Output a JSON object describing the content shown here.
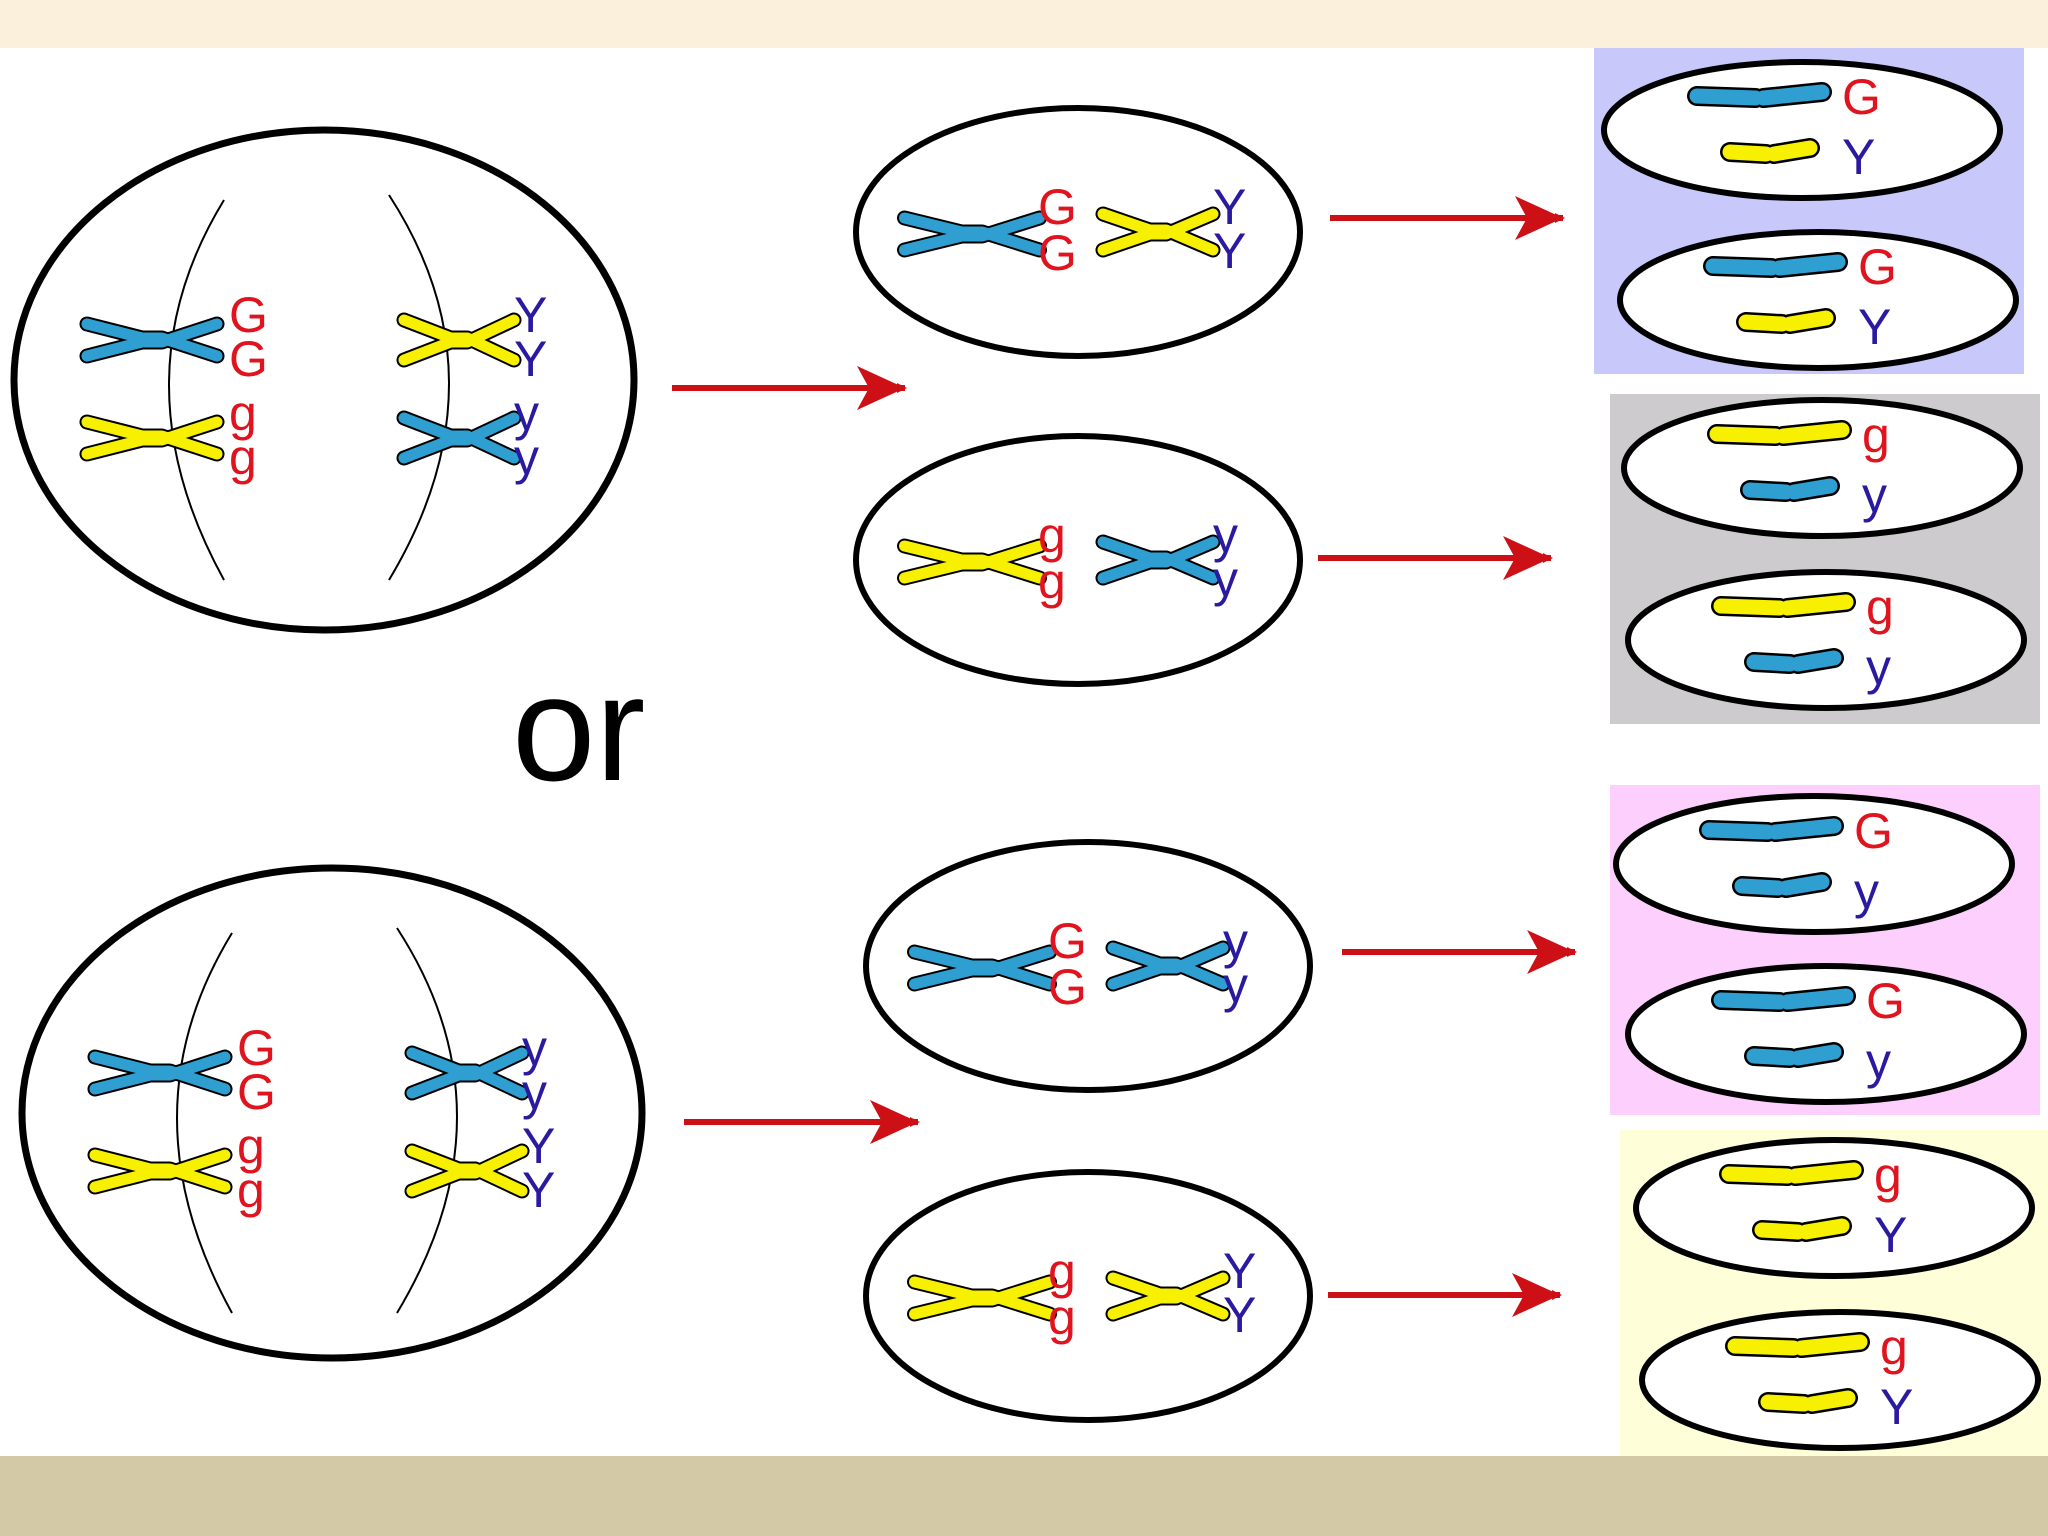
{
  "colors": {
    "red_allele": "#e0141e",
    "blue_allele": "#2a1aa0",
    "yellow_chrom": "#f7f000",
    "blue_chrom": "#2e9fd0",
    "arrow": "#cc1016",
    "outline": "#000000",
    "panel_1": "#c8c8fa",
    "panel_2": "#cdcbcd",
    "panel_3": "#fccffc",
    "panel_4": "#fefed8"
  },
  "separator_word": "or",
  "arrangement_1": {
    "parent_cell": {
      "left": [
        [
          "G",
          "G",
          "blue"
        ],
        [
          "g",
          "g",
          "yellow"
        ]
      ],
      "right": [
        [
          "Y",
          "Y",
          "yellow"
        ],
        [
          "y",
          "y",
          "blue"
        ]
      ]
    },
    "meiosis_1_cells": [
      {
        "pairs": [
          [
            "G",
            "G",
            "blue"
          ],
          [
            "Y",
            "Y",
            "yellow"
          ]
        ]
      },
      {
        "pairs": [
          [
            "g",
            "g",
            "yellow"
          ],
          [
            "y",
            "y",
            "blue"
          ]
        ]
      }
    ],
    "gametes": [
      [
        "G",
        "Y"
      ],
      [
        "G",
        "Y"
      ],
      [
        "g",
        "y"
      ],
      [
        "g",
        "y"
      ]
    ]
  },
  "arrangement_2": {
    "parent_cell": {
      "left": [
        [
          "G",
          "G",
          "blue"
        ],
        [
          "g",
          "g",
          "yellow"
        ]
      ],
      "right": [
        [
          "y",
          "y",
          "blue"
        ],
        [
          "Y",
          "Y",
          "yellow"
        ]
      ]
    },
    "meiosis_1_cells": [
      {
        "pairs": [
          [
            "G",
            "G",
            "blue"
          ],
          [
            "y",
            "y",
            "blue"
          ]
        ]
      },
      {
        "pairs": [
          [
            "g",
            "g",
            "yellow"
          ],
          [
            "Y",
            "Y",
            "yellow"
          ]
        ]
      }
    ],
    "gametes": [
      [
        "G",
        "y"
      ],
      [
        "G",
        "y"
      ],
      [
        "g",
        "Y"
      ],
      [
        "g",
        "Y"
      ]
    ]
  }
}
